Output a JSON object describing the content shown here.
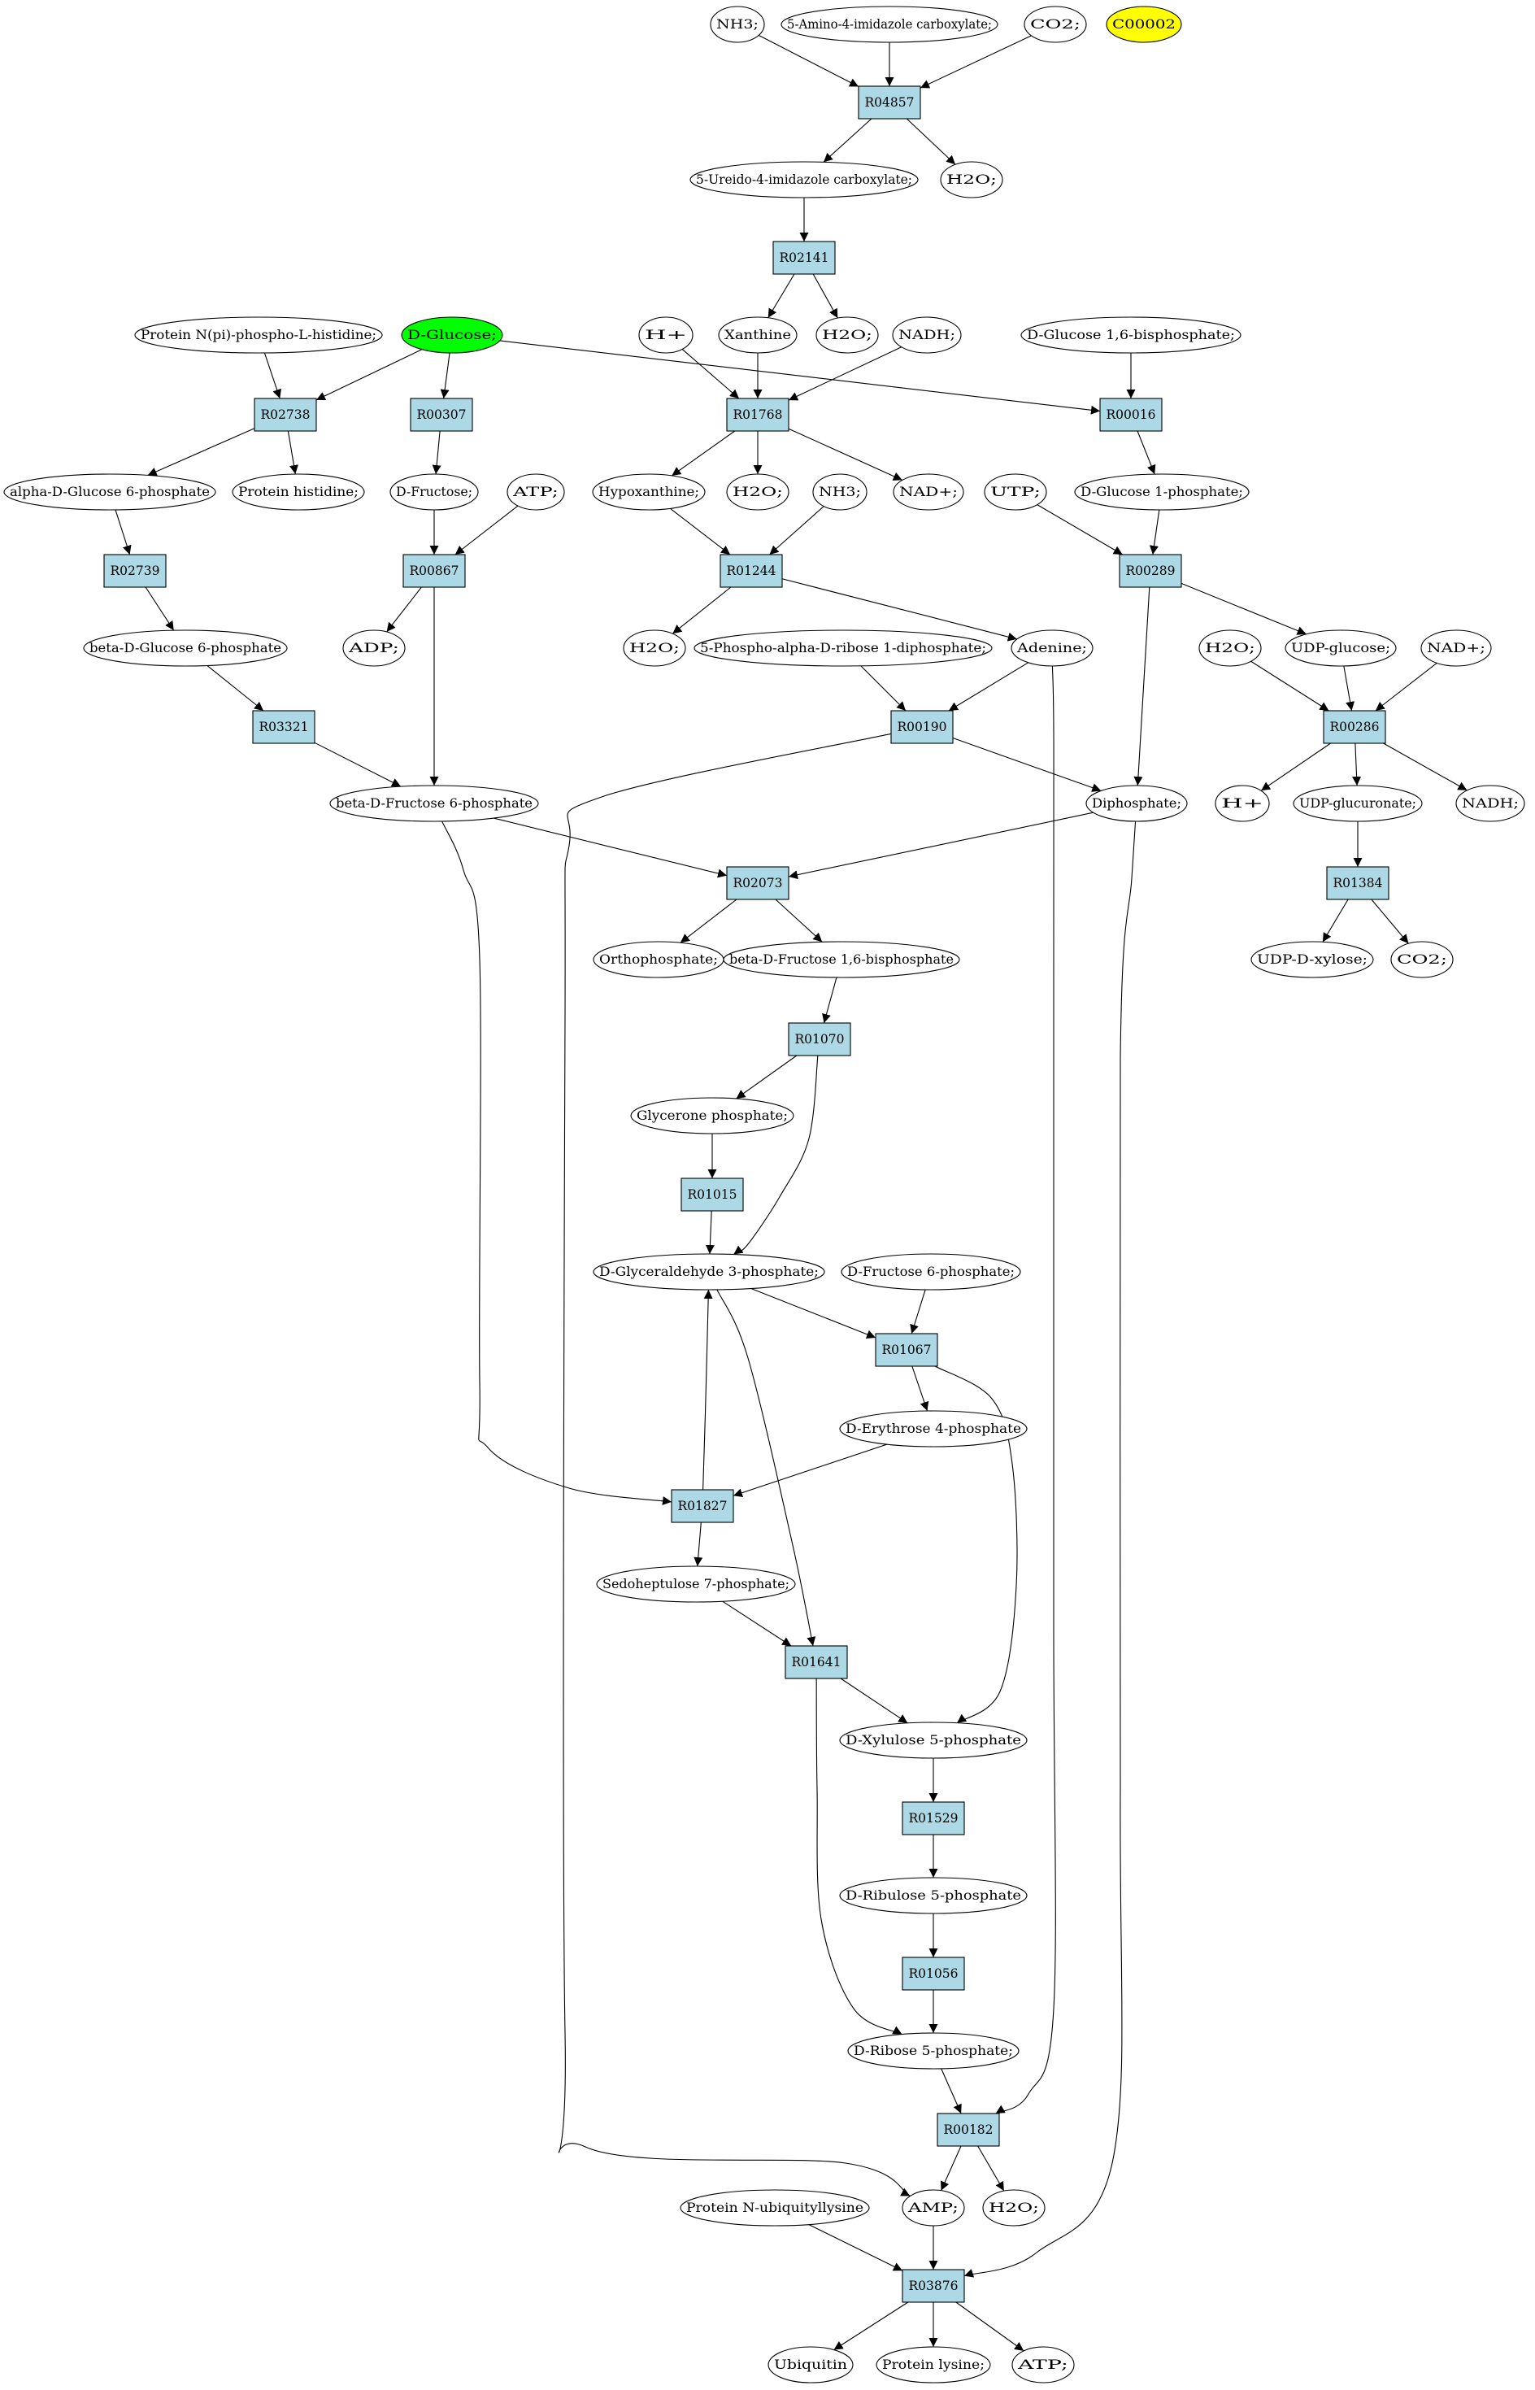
{
  "colors": {
    "reaction_fill": "#add8e6",
    "compound_fill": "#ffffff",
    "start_fill": "#00ff00",
    "highlight_fill": "#ffff00",
    "stroke": "#000000"
  },
  "compounds": [
    {
      "id": "nh3_top",
      "label": "NH3;"
    },
    {
      "id": "amino_imid",
      "label": "5-Amino-4-imidazole carboxylate;"
    },
    {
      "id": "co2_top",
      "label": "CO2;"
    },
    {
      "id": "c00002",
      "label": "C00002"
    },
    {
      "id": "ureido",
      "label": "5-Ureido-4-imidazole carboxylate;"
    },
    {
      "id": "h2o_a",
      "label": "H2O;"
    },
    {
      "id": "prot_nphos",
      "label": "Protein N(pi)-phospho-L-histidine;"
    },
    {
      "id": "dglucose",
      "label": "D-Glucose;"
    },
    {
      "id": "hplus_a",
      "label": "H+"
    },
    {
      "id": "xanthine",
      "label": "Xanthine"
    },
    {
      "id": "h2o_b",
      "label": "H2O;"
    },
    {
      "id": "nadh_a",
      "label": "NADH;"
    },
    {
      "id": "dglc16bp",
      "label": "D-Glucose 1,6-bisphosphate;"
    },
    {
      "id": "adg6p",
      "label": "alpha-D-Glucose 6-phosphate"
    },
    {
      "id": "prot_his",
      "label": "Protein histidine;"
    },
    {
      "id": "dfructose",
      "label": "D-Fructose;"
    },
    {
      "id": "atp_a",
      "label": "ATP;"
    },
    {
      "id": "hypoxanthine",
      "label": "Hypoxanthine;"
    },
    {
      "id": "h2o_c",
      "label": "H2O;"
    },
    {
      "id": "nh3_b",
      "label": "NH3;"
    },
    {
      "id": "nadplus_a",
      "label": "NAD+;"
    },
    {
      "id": "utp",
      "label": "UTP;"
    },
    {
      "id": "dg1p",
      "label": "D-Glucose 1-phosphate;"
    },
    {
      "id": "bdg6p",
      "label": "beta-D-Glucose 6-phosphate"
    },
    {
      "id": "adp",
      "label": "ADP;"
    },
    {
      "id": "h2o_d",
      "label": "H2O;"
    },
    {
      "id": "prpp",
      "label": "5-Phospho-alpha-D-ribose 1-diphosphate;"
    },
    {
      "id": "adenine",
      "label": "Adenine;"
    },
    {
      "id": "h2o_e",
      "label": "H2O;"
    },
    {
      "id": "udpglc",
      "label": "UDP-glucose;"
    },
    {
      "id": "nadplus_b",
      "label": "NAD+;"
    },
    {
      "id": "bdf6p",
      "label": "beta-D-Fructose 6-phosphate"
    },
    {
      "id": "diphosphate",
      "label": "Diphosphate;"
    },
    {
      "id": "hplus_b",
      "label": "H+"
    },
    {
      "id": "udpglcu",
      "label": "UDP-glucuronate;"
    },
    {
      "id": "nadh_b",
      "label": "NADH;"
    },
    {
      "id": "orthophos",
      "label": "Orthophosphate;"
    },
    {
      "id": "bdf16bp",
      "label": "beta-D-Fructose 1,6-bisphosphate"
    },
    {
      "id": "udpxyl",
      "label": "UDP-D-xylose;"
    },
    {
      "id": "co2_b",
      "label": "CO2;"
    },
    {
      "id": "glyceronep",
      "label": "Glycerone phosphate;"
    },
    {
      "id": "dgap",
      "label": "D-Glyceraldehyde 3-phosphate;"
    },
    {
      "id": "df6p",
      "label": "D-Fructose 6-phosphate;"
    },
    {
      "id": "de4p",
      "label": "D-Erythrose 4-phosphate"
    },
    {
      "id": "sed7p",
      "label": "Sedoheptulose 7-phosphate;"
    },
    {
      "id": "dxyl5p",
      "label": "D-Xylulose 5-phosphate"
    },
    {
      "id": "dribu5p",
      "label": "D-Ribulose 5-phosphate"
    },
    {
      "id": "drib5p",
      "label": "D-Ribose 5-phosphate;"
    },
    {
      "id": "prot_ubq",
      "label": "Protein N-ubiquityllysine"
    },
    {
      "id": "amp",
      "label": "AMP;"
    },
    {
      "id": "h2o_f",
      "label": "H2O;"
    },
    {
      "id": "ubiquitin",
      "label": "Ubiquitin"
    },
    {
      "id": "prot_lys",
      "label": "Protein lysine;"
    },
    {
      "id": "atp_b",
      "label": "ATP;"
    }
  ],
  "reactions": [
    {
      "id": "R04857",
      "label": "R04857"
    },
    {
      "id": "R02141",
      "label": "R02141"
    },
    {
      "id": "R02738",
      "label": "R02738"
    },
    {
      "id": "R00307",
      "label": "R00307"
    },
    {
      "id": "R01768",
      "label": "R01768"
    },
    {
      "id": "R00016",
      "label": "R00016"
    },
    {
      "id": "R02739",
      "label": "R02739"
    },
    {
      "id": "R00867",
      "label": "R00867"
    },
    {
      "id": "R01244",
      "label": "R01244"
    },
    {
      "id": "R00289",
      "label": "R00289"
    },
    {
      "id": "R03321",
      "label": "R03321"
    },
    {
      "id": "R00190",
      "label": "R00190"
    },
    {
      "id": "R00286",
      "label": "R00286"
    },
    {
      "id": "R02073",
      "label": "R02073"
    },
    {
      "id": "R01384",
      "label": "R01384"
    },
    {
      "id": "R01070",
      "label": "R01070"
    },
    {
      "id": "R01015",
      "label": "R01015"
    },
    {
      "id": "R01067",
      "label": "R01067"
    },
    {
      "id": "R01827",
      "label": "R01827"
    },
    {
      "id": "R01641",
      "label": "R01641"
    },
    {
      "id": "R01529",
      "label": "R01529"
    },
    {
      "id": "R01056",
      "label": "R01056"
    },
    {
      "id": "R00182",
      "label": "R00182"
    },
    {
      "id": "R03876",
      "label": "R03876"
    }
  ],
  "edges": [
    [
      "nh3_top",
      "R04857"
    ],
    [
      "amino_imid",
      "R04857"
    ],
    [
      "co2_top",
      "R04857"
    ],
    [
      "R04857",
      "ureido"
    ],
    [
      "R04857",
      "h2o_a"
    ],
    [
      "ureido",
      "R02141"
    ],
    [
      "R02141",
      "xanthine"
    ],
    [
      "R02141",
      "h2o_b"
    ],
    [
      "prot_nphos",
      "R02738"
    ],
    [
      "dglucose",
      "R02738"
    ],
    [
      "dglucose",
      "R00307"
    ],
    [
      "dglucose",
      "R00016"
    ],
    [
      "hplus_a",
      "R01768"
    ],
    [
      "xanthine",
      "R01768"
    ],
    [
      "nadh_a",
      "R01768"
    ],
    [
      "dglc16bp",
      "R00016"
    ],
    [
      "R02738",
      "adg6p"
    ],
    [
      "R02738",
      "prot_his"
    ],
    [
      "R00307",
      "dfructose"
    ],
    [
      "R01768",
      "hypoxanthine"
    ],
    [
      "R01768",
      "h2o_c"
    ],
    [
      "R01768",
      "nadplus_a"
    ],
    [
      "R00016",
      "dg1p"
    ],
    [
      "adg6p",
      "R02739"
    ],
    [
      "dfructose",
      "R00867"
    ],
    [
      "atp_a",
      "R00867"
    ],
    [
      "hypoxanthine",
      "R01244"
    ],
    [
      "nh3_b",
      "R01244"
    ],
    [
      "utp",
      "R00289"
    ],
    [
      "dg1p",
      "R00289"
    ],
    [
      "R02739",
      "bdg6p"
    ],
    [
      "R00867",
      "adp"
    ],
    [
      "R00867",
      "bdf6p"
    ],
    [
      "R01244",
      "h2o_d"
    ],
    [
      "R01244",
      "adenine"
    ],
    [
      "R00289",
      "udpglc"
    ],
    [
      "R00289",
      "diphosphate"
    ],
    [
      "bdg6p",
      "R03321"
    ],
    [
      "R03321",
      "bdf6p"
    ],
    [
      "prpp",
      "R00190"
    ],
    [
      "adenine",
      "R00190"
    ],
    [
      "h2o_e",
      "R00286"
    ],
    [
      "udpglc",
      "R00286"
    ],
    [
      "nadplus_b",
      "R00286"
    ],
    [
      "R00190",
      "diphosphate"
    ],
    [
      "R00190",
      "amp"
    ],
    [
      "R00286",
      "hplus_b"
    ],
    [
      "R00286",
      "udpglcu"
    ],
    [
      "R00286",
      "nadh_b"
    ],
    [
      "bdf6p",
      "R02073"
    ],
    [
      "diphosphate",
      "R02073"
    ],
    [
      "bdf6p",
      "R01827"
    ],
    [
      "diphosphate",
      "R03876"
    ],
    [
      "adenine",
      "R00182"
    ],
    [
      "udpglcu",
      "R01384"
    ],
    [
      "R01384",
      "udpxyl"
    ],
    [
      "R01384",
      "co2_b"
    ],
    [
      "R02073",
      "orthophos"
    ],
    [
      "R02073",
      "bdf16bp"
    ],
    [
      "bdf16bp",
      "R01070"
    ],
    [
      "R01070",
      "glyceronep"
    ],
    [
      "R01070",
      "dgap"
    ],
    [
      "glyceronep",
      "R01015"
    ],
    [
      "R01015",
      "dgap"
    ],
    [
      "dgap",
      "R01067"
    ],
    [
      "df6p",
      "R01067"
    ],
    [
      "dgap",
      "R01641"
    ],
    [
      "R01067",
      "de4p"
    ],
    [
      "R01067",
      "dxyl5p"
    ],
    [
      "de4p",
      "R01827"
    ],
    [
      "R01827",
      "dgap"
    ],
    [
      "R01827",
      "sed7p"
    ],
    [
      "sed7p",
      "R01641"
    ],
    [
      "R01641",
      "dxyl5p"
    ],
    [
      "R01641",
      "drib5p"
    ],
    [
      "dxyl5p",
      "R01529"
    ],
    [
      "R01529",
      "dribu5p"
    ],
    [
      "dribu5p",
      "R01056"
    ],
    [
      "R01056",
      "drib5p"
    ],
    [
      "drib5p",
      "R00182"
    ],
    [
      "R00182",
      "amp"
    ],
    [
      "R00182",
      "h2o_f"
    ],
    [
      "prot_ubq",
      "R03876"
    ],
    [
      "amp",
      "R03876"
    ],
    [
      "R03876",
      "ubiquitin"
    ],
    [
      "R03876",
      "prot_lys"
    ],
    [
      "R03876",
      "atp_b"
    ]
  ]
}
